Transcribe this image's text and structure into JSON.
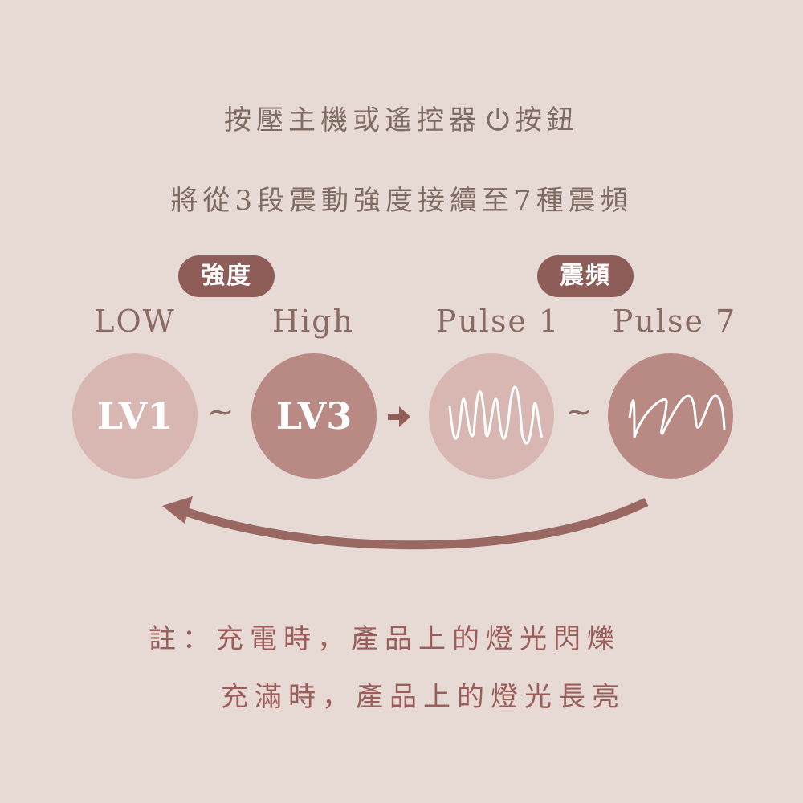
{
  "header": {
    "line1_prefix": "按壓主機或遙控器",
    "line1_suffix": "按鈕",
    "line2": "將從3段震動強度接續至7種震頻"
  },
  "badges": {
    "intensity": "強度",
    "frequency": "震頻"
  },
  "labels": {
    "low": "LOW",
    "high": "High",
    "pulse1": "Pulse 1",
    "pulse7": "Pulse 7"
  },
  "circles": {
    "lv1": "LV1",
    "lv3": "LV3"
  },
  "tilde": "~",
  "notes": {
    "line1": "註：充電時，產品上的燈光閃爍",
    "line2": "充滿時，產品上的燈光長亮"
  },
  "colors": {
    "background": "#e7d9d4",
    "light_circle": "#d8b7b3",
    "dark_circle": "#b98983",
    "badge": "#8e5d58"
  }
}
